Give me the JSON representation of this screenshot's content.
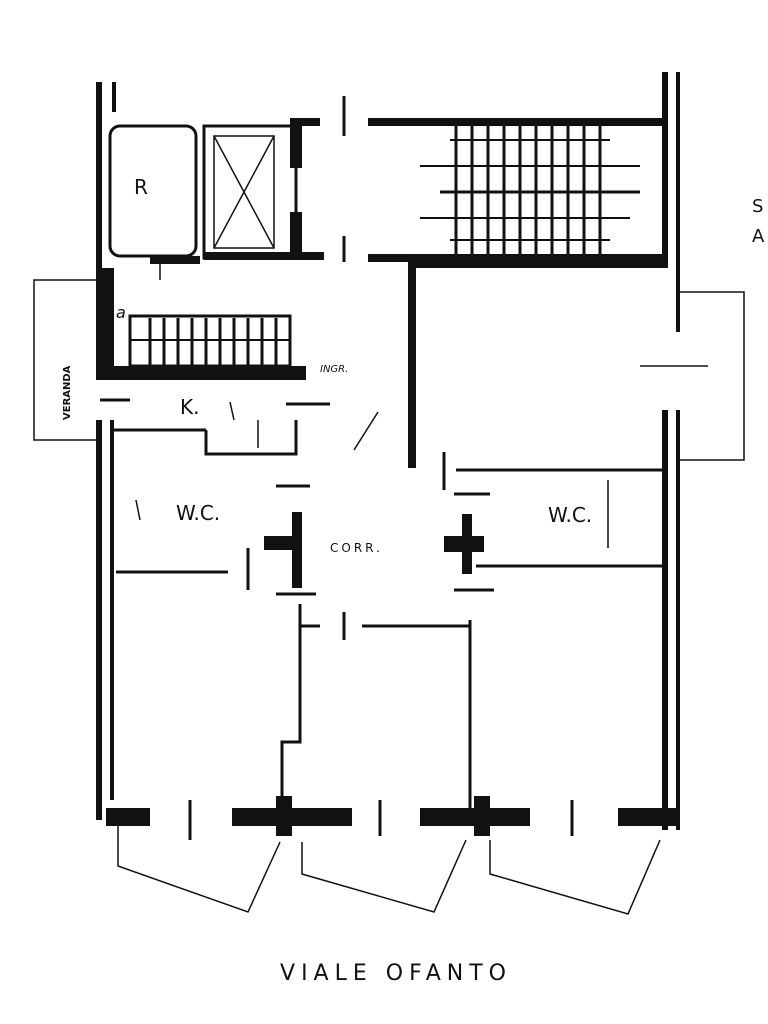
{
  "plan": {
    "street_label": "VIALE OFANTO",
    "rooms": {
      "wc_left": "W.C.",
      "wc_right": "W.C.",
      "corridor": "CORR.",
      "kitchen": "K.",
      "entrance": "INGR.",
      "veranda": "VERANDA"
    },
    "marks": {
      "r_mark": "R",
      "a_mark": "a"
    },
    "edge_text": "S\nA"
  }
}
